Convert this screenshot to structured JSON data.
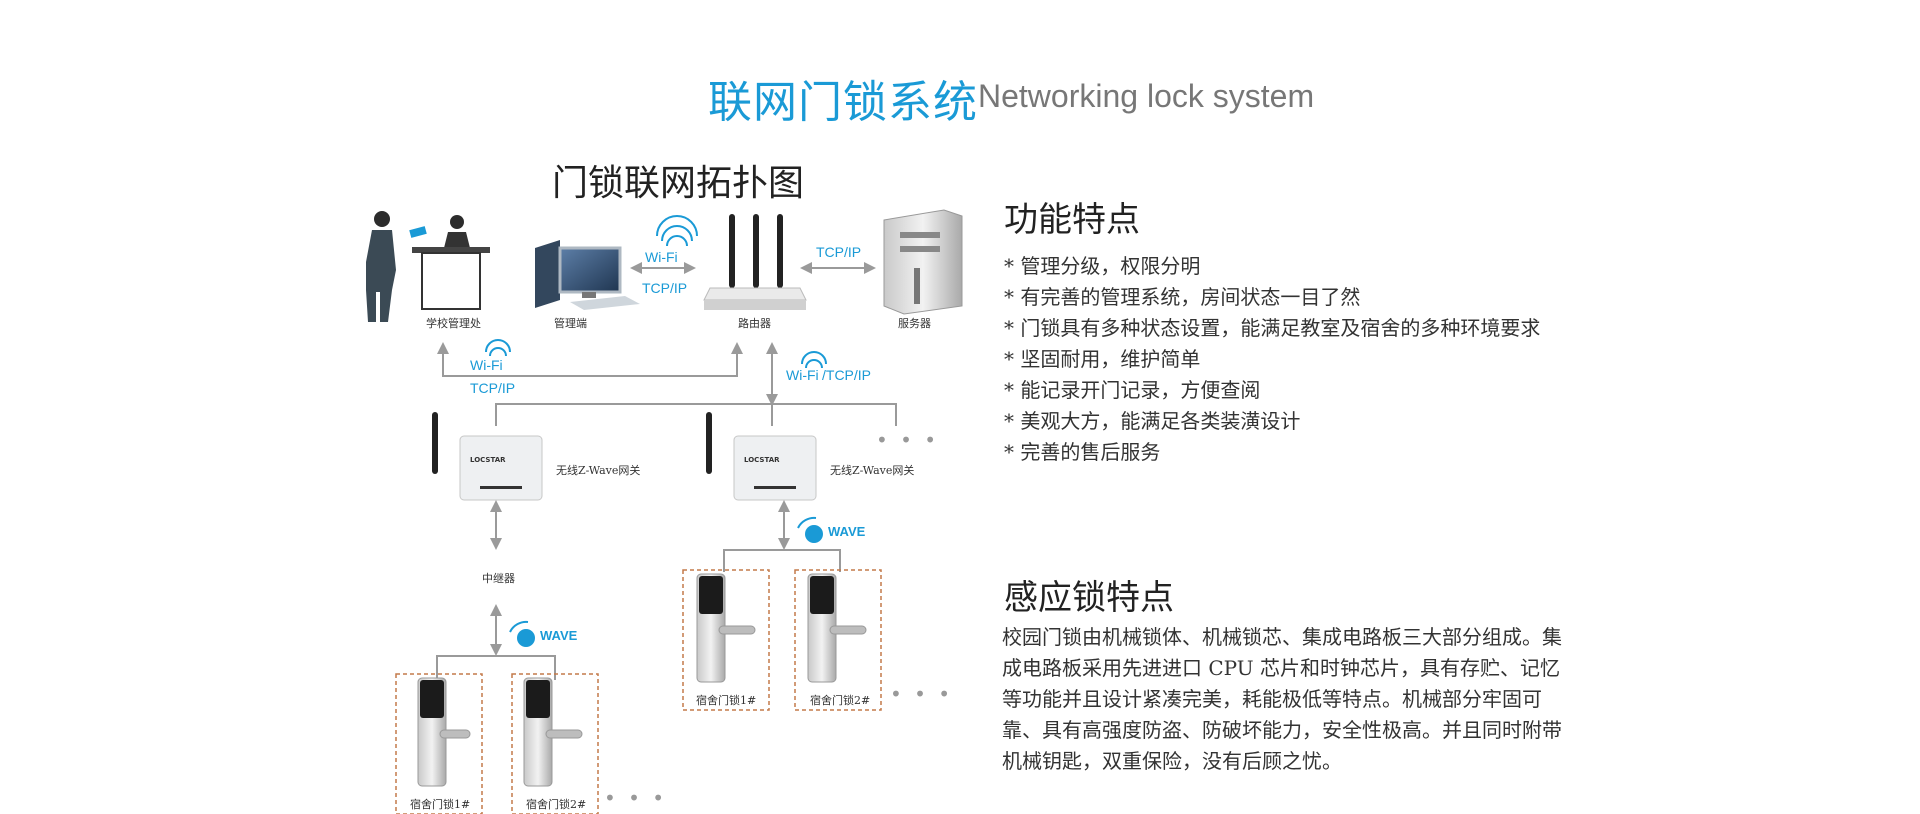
{
  "header": {
    "title_cn": "联网门锁系统",
    "title_en": "Networking lock system"
  },
  "diagram": {
    "title": "门锁联网拓扑图",
    "labels": {
      "school_office": "学校管理处",
      "admin": "管理端",
      "router": "路由器",
      "server": "服务器",
      "gateway1": "无线Z-Wave网关",
      "gateway2": "无线Z-Wave网关",
      "repeater": "中继器",
      "lock_left_1": "宿舍门锁1#",
      "lock_left_2": "宿舍门锁2#",
      "lock_right_1": "宿舍门锁1#",
      "lock_right_2": "宿舍门锁2#"
    },
    "network": {
      "wifi": "Wi-Fi",
      "tcpip": "TCP/IP",
      "wifi_tcpip": "Wi-Fi",
      "tcpip_slash": "/TCP/IP",
      "zwave": "WAVE",
      "gateway_brand": "LOCSTAR"
    },
    "more": "• • •"
  },
  "features": {
    "title": "功能特点",
    "items": [
      "* 管理分级，权限分明",
      "* 有完善的管理系统，房间状态一目了然",
      "* 门锁具有多种状态设置，能满足教室及宿舍的多种环境要求",
      "* 坚固耐用，维护简单",
      "* 能记录开门记录，方便查阅",
      "* 美观大方，能满足各类装潢设计",
      "* 完善的售后服务"
    ]
  },
  "sensor": {
    "title": "感应锁特点",
    "paragraph": " 校园门锁由机械锁体、机械锁芯、集成电路板三大部分组成。集成电路板采用先进进口 CPU 芯片和时钟芯片，具有存贮、记忆等功能并且设计紧凑完美，耗能极低等特点。机械部分牢固可靠、具有高强度防盗、防破坏能力，安全性极高。并且同时附带机械钥匙，双重保险，没有后顾之忧。"
  },
  "colors": {
    "accent": "#1a9ad6",
    "arrow": "#9a9a9a",
    "lock_border": "#c47a4a"
  }
}
